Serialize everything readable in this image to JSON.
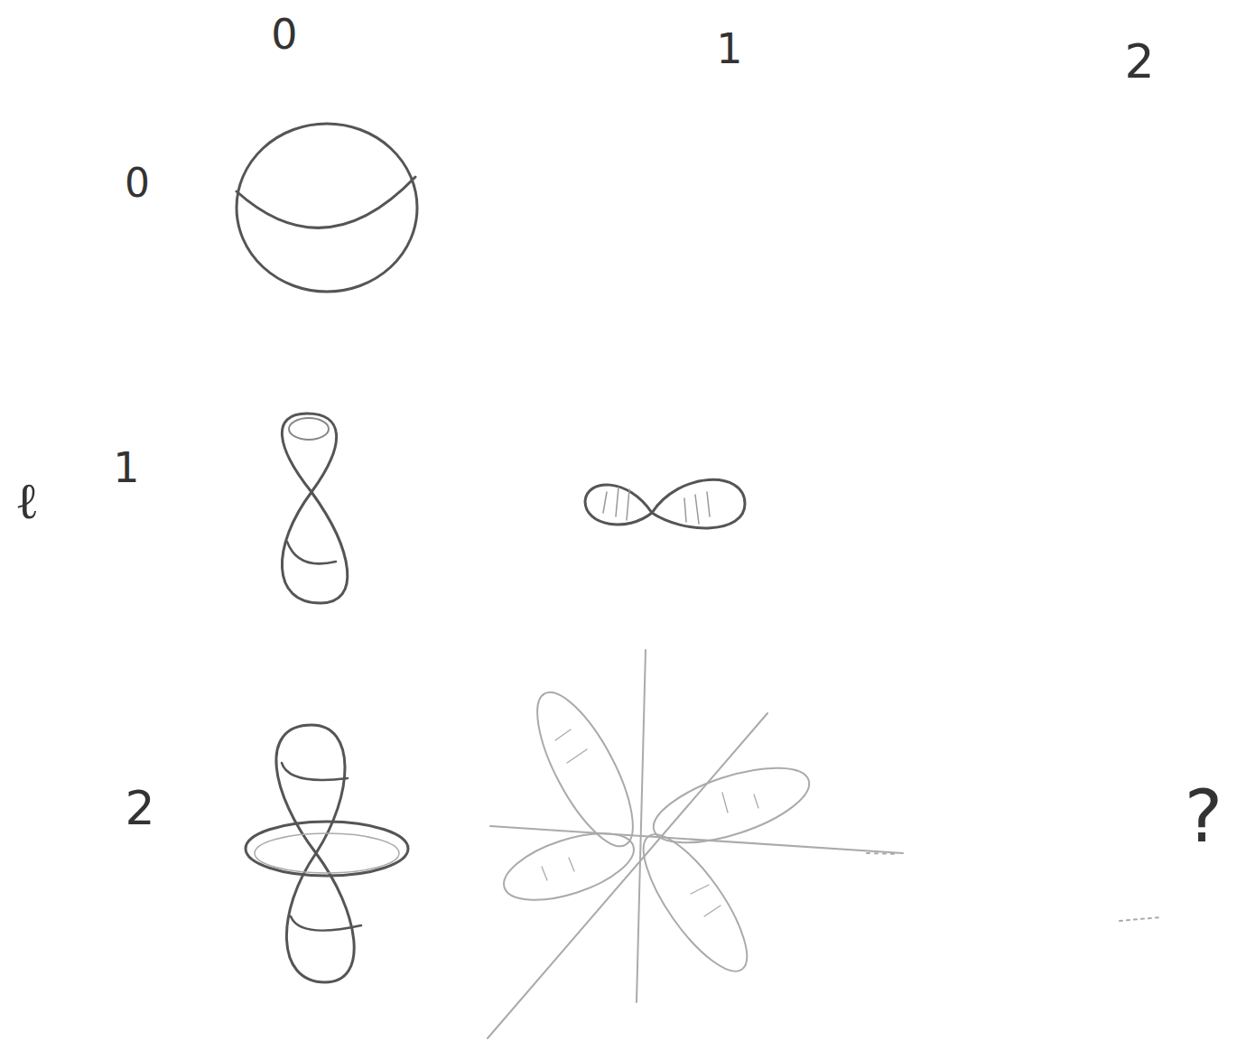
{
  "diagram": {
    "labels": [
      "0",
      "1",
      "2",
      "0",
      "1",
      "2",
      "ℓ",
      "?"
    ]
  }
}
